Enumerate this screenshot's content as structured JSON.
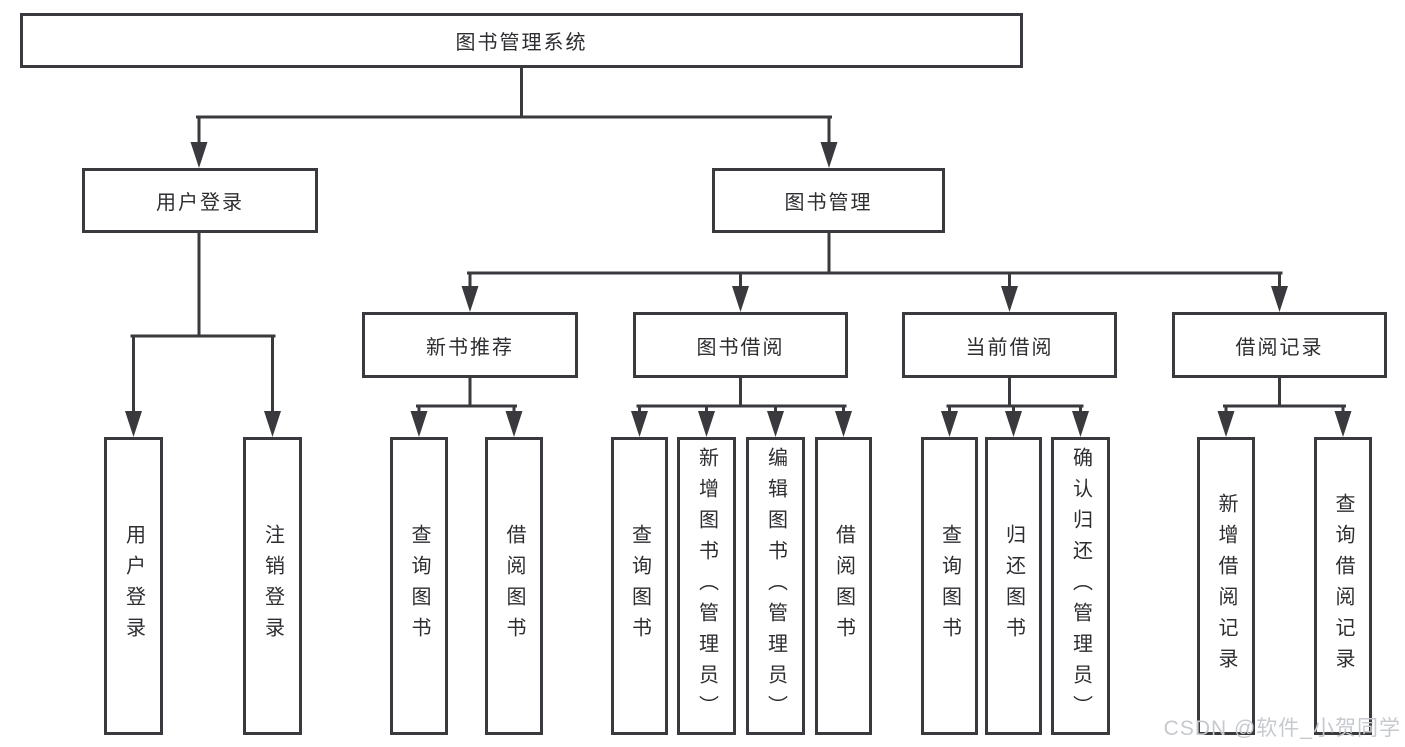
{
  "root": {
    "label": "图书管理系统"
  },
  "tree": {
    "user_login": {
      "label": "用户登录",
      "children": [
        {
          "label": "用户登录"
        },
        {
          "label": "注销登录"
        }
      ]
    },
    "book_mgmt": {
      "label": "图书管理",
      "groups": [
        {
          "label": "新书推荐",
          "children": [
            {
              "label": "查询图书"
            },
            {
              "label": "借阅图书"
            }
          ]
        },
        {
          "label": "图书借阅",
          "children": [
            {
              "label": "查询图书"
            },
            {
              "label": "新增图书（管理员）"
            },
            {
              "label": "编辑图书（管理员）"
            },
            {
              "label": "借阅图书"
            }
          ]
        },
        {
          "label": "当前借阅",
          "children": [
            {
              "label": "查询图书"
            },
            {
              "label": "归还图书"
            },
            {
              "label": "确认归还（管理员）"
            }
          ]
        },
        {
          "label": "借阅记录",
          "children": [
            {
              "label": "新增借阅记录"
            },
            {
              "label": "查询借阅记录"
            }
          ]
        }
      ]
    }
  },
  "watermark": {
    "text": "CSDN @软件_小贺同学"
  },
  "colors": {
    "line": "#3a3a3e",
    "text": "#2e2e32",
    "watermark": "#c6c9ce",
    "background": "#ffffff"
  }
}
